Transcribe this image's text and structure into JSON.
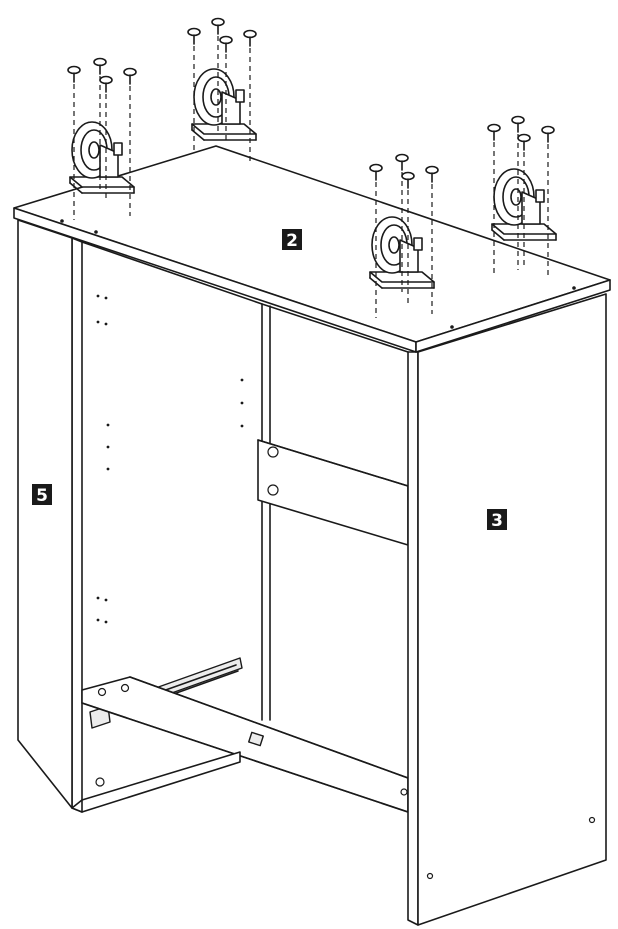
{
  "labels": {
    "top_panel": "2",
    "right_panel": "3",
    "left_panel": "5"
  },
  "colors": {
    "line": "#1a1a1a",
    "paper": "#ffffff"
  }
}
